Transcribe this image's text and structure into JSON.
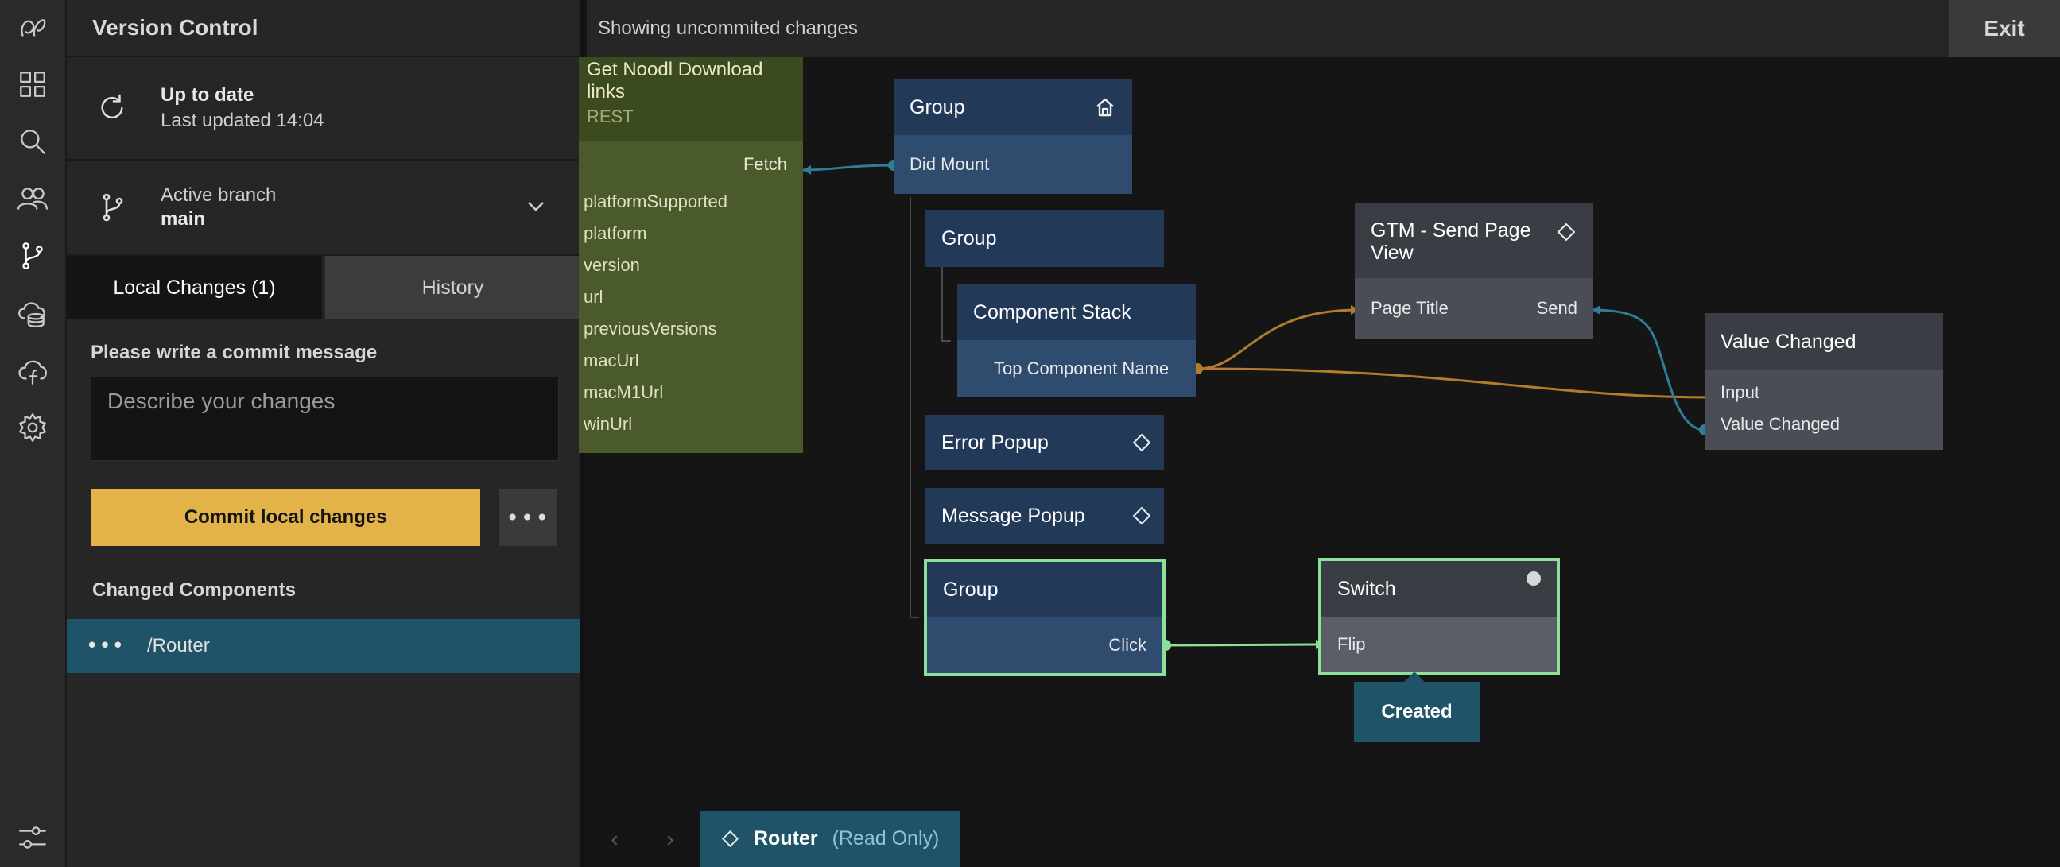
{
  "rail": {
    "icons": [
      "noodl-logo-icon",
      "components-grid-icon",
      "search-icon",
      "users-icon",
      "branch-icon",
      "cloud-database-icon",
      "cloud-function-icon",
      "settings-icon",
      "sliders-icon"
    ]
  },
  "panel": {
    "title": "Version Control",
    "sync_status": "Up to date",
    "sync_updated": "Last updated 14:04",
    "branch_label": "Active branch",
    "branch_name": "main",
    "tabs": [
      {
        "label": "Local Changes (1)",
        "active": true
      },
      {
        "label": "History",
        "active": false
      }
    ],
    "commit_label": "Please write a commit message",
    "commit_placeholder": "Describe your changes",
    "commit_button": "Commit local changes",
    "more_button": "•••",
    "changed_header": "Changed Components",
    "changed_items": [
      {
        "dots": "•••",
        "path": "/Router"
      }
    ]
  },
  "canvas": {
    "topbar_message": "Showing uncommited changes",
    "exit_label": "Exit",
    "rest_node": {
      "title": "Get Noodl Download links",
      "type": "REST",
      "output": "Fetch",
      "ports": [
        "platformSupported",
        "platform",
        "version",
        "url",
        "previousVersions",
        "macUrl",
        "macM1Url",
        "winUrl"
      ]
    },
    "nodes": {
      "group_root": {
        "title": "Group",
        "port": "Did Mount"
      },
      "group_child": {
        "title": "Group"
      },
      "component_stack": {
        "title": "Component Stack",
        "port": "Top Component Name"
      },
      "error_popup": {
        "title": "Error Popup"
      },
      "message_popup": {
        "title": "Message Popup"
      },
      "group_click": {
        "title": "Group",
        "port": "Click"
      },
      "gtm": {
        "title": "GTM - Send Page View",
        "port_in": "Page Title",
        "port_out": "Send"
      },
      "value_changed": {
        "title": "Value Changed",
        "port_in": "Input",
        "port_out": "Value Changed"
      },
      "switch": {
        "title": "Switch",
        "port": "Flip"
      }
    },
    "created_label": "Created",
    "bottom": {
      "prev": "‹",
      "next": "›",
      "router_name": "Router",
      "router_mode": "(Read Only)"
    },
    "colors": {
      "accent_teal": "#1f5468",
      "commit_yellow": "#e3b34a",
      "selection_green": "#8de09a",
      "wire_orange": "#b27c2b",
      "wire_teal": "#2f7e96"
    }
  }
}
